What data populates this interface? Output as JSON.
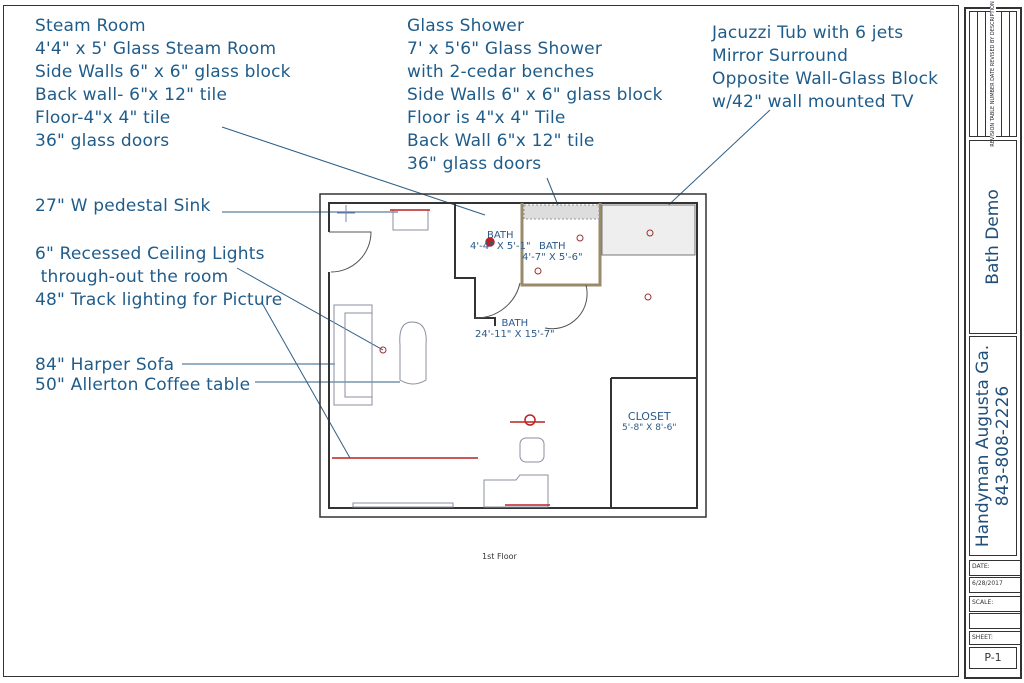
{
  "notes": {
    "steam_room": [
      "Steam Room",
      "4'4\" x 5' Glass Steam Room",
      "Side Walls 6\" x 6\" glass block",
      "Back wall- 6\"x 12\" tile",
      "Floor-4\"x 4\" tile",
      "36\" glass doors"
    ],
    "glass_shower": [
      "Glass Shower",
      "7' x 5'6\" Glass Shower",
      "with 2-cedar benches",
      "Side Walls 6\" x 6\" glass block",
      "Floor is 4\"x 4\" Tile",
      "Back Wall 6\"x 12\" tile",
      "36\" glass doors"
    ],
    "jacuzzi": [
      "Jacuzzi Tub with 6 jets",
      "Mirror Surround",
      "Opposite Wall-Glass Block",
      "w/42\" wall mounted TV"
    ],
    "sink": "27\" W pedestal Sink",
    "lights": [
      "6\" Recessed Ceiling Lights",
      " through-out the room",
      "48\" Track lighting for Picture"
    ],
    "sofa": "84\" Harper Sofa",
    "coffee_table": "50\" Allerton Coffee table"
  },
  "rooms": {
    "bath1": {
      "name": "BATH",
      "size": "4'-4\" X 5'-1\""
    },
    "bath2": {
      "name": "BATH",
      "size": "4'-7\" X 5'-6\""
    },
    "bath_main": {
      "name": "BATH",
      "size": "24'-11\" X 15'-7\""
    },
    "closet": {
      "name": "CLOSET",
      "size": "5'-8\" X 8'-6\""
    }
  },
  "floor_label": "1st Floor",
  "title_block": {
    "revision_table": "REVISION TABLE",
    "revision_cols": "NUMBER DATE REVISED BY DESCRIPTION",
    "project": "Bath Demo",
    "company": "Handyman Augusta Ga.",
    "phone": "843-808-2226",
    "date_label": "DATE:",
    "date": "6/28/2017",
    "scale_label": "SCALE:",
    "scale": "",
    "sheet_label": "SHEET:",
    "sheet": "P-1"
  }
}
